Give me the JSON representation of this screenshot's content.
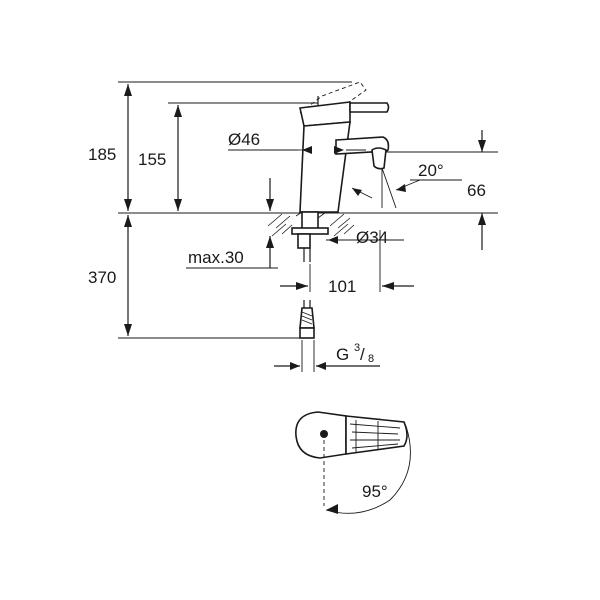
{
  "dimensions": {
    "total_height": "185",
    "spout_height": "155",
    "handle_diameter": "Ø46",
    "spout_angle": "20°",
    "outlet_height": "66",
    "base_diameter": "Ø34",
    "max_deck": "max.30",
    "spout_reach": "101",
    "hose_length": "370",
    "thread_main": "G",
    "thread_num": "3",
    "thread_den": "8",
    "swivel_angle": "95°"
  }
}
